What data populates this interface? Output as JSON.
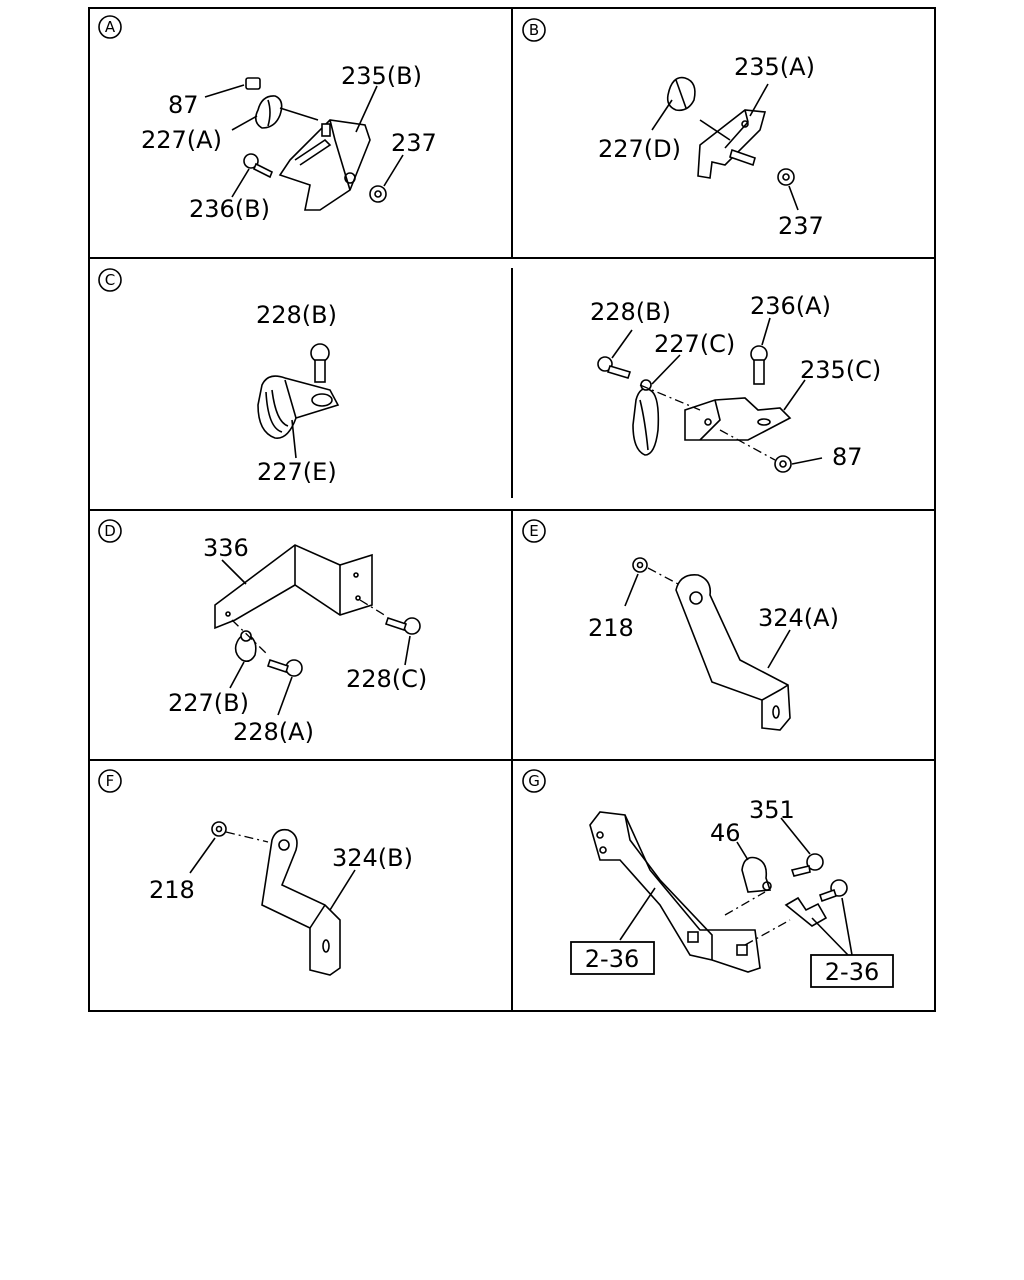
{
  "panels": [
    {
      "marker": "A",
      "labels": [
        "87",
        "227(A)",
        "235(B)",
        "237",
        "236(B)"
      ]
    },
    {
      "marker": "B",
      "labels": [
        "235(A)",
        "227(D)",
        "237"
      ]
    },
    {
      "marker": "C",
      "labels": [
        "228(B)",
        "227(E)"
      ]
    },
    {
      "marker": "",
      "labels": [
        "228(B)",
        "236(A)",
        "227(C)",
        "235(C)",
        "87"
      ]
    },
    {
      "marker": "D",
      "labels": [
        "336",
        "228(C)",
        "227(B)",
        "228(A)"
      ]
    },
    {
      "marker": "E",
      "labels": [
        "218",
        "324(A)"
      ]
    },
    {
      "marker": "F",
      "labels": [
        "218",
        "324(B)"
      ]
    },
    {
      "marker": "G",
      "labels": [
        "351",
        "46",
        "2-36",
        "2-36"
      ]
    }
  ]
}
